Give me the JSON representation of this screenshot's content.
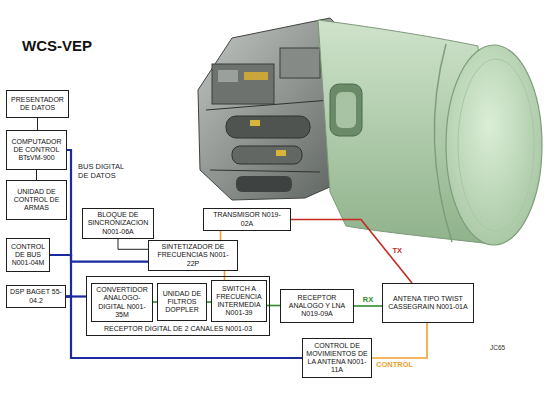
{
  "diagram": {
    "title": "WCS-VEP",
    "nodes": [
      {
        "text": [
          "PRESENTADOR DE DATOS"
        ]
      },
      {
        "text": [
          "COMPUTADOR DE CONTROL BTsVM-900"
        ]
      },
      {
        "text": [
          "UNIDAD DE CONTROL DE ARMAS"
        ]
      },
      {
        "text": [
          "BLOQUE DE SINCRONIZACION N001-06A"
        ]
      },
      {
        "text": [
          "TRANSMISOR N019-02A"
        ]
      },
      {
        "text": [
          "CONTROL DE BUS N001-04M"
        ]
      },
      {
        "text": [
          "SINTETIZADOR DE FRECUENCIAS N001-22P"
        ]
      },
      {
        "text": [
          "DSP BAGET 55-04.2"
        ]
      },
      {
        "text": [
          "RECEPTOR DIGITAL DE 2 CANALES N001-03"
        ]
      },
      {
        "text": [
          "CONVERTIDOR ANALOGO-DIGITAL N001-35M"
        ],
        "in": 8
      },
      {
        "text": [
          "UNIDAD DE FILTROS DOPPLER"
        ],
        "in": 8
      },
      {
        "text": [
          "SWITCH A FRECUENCIA INTERMEDIA N001-39"
        ],
        "in": 8
      },
      {
        "text": [
          "RECEPTOR ANALOGO Y LNA N019-09A"
        ]
      },
      {
        "text": [
          "ANTENA TIPO TWIST CASSEGRAIN N001-01A"
        ]
      },
      {
        "text": [
          "CONTROL DE MOVIMIENTOS DE LA ANTENA N001-11A"
        ]
      }
    ],
    "edges": [
      {
        "from": 0,
        "to": 1,
        "arrow": "none"
      },
      {
        "from": 1,
        "to": 2,
        "arrow": "none"
      },
      {
        "from": 1,
        "to": 5,
        "arrow": "none"
      },
      {
        "from": 5,
        "to": 6,
        "arrow": "none"
      },
      {
        "from": 5,
        "to": 7,
        "arrow": "none"
      },
      {
        "from": 7,
        "to": 8,
        "arrow": "none"
      },
      {
        "from": 7,
        "to": 14,
        "arrow": "none"
      },
      {
        "from": 3,
        "to": 6,
        "arrow": "none"
      },
      {
        "from": 6,
        "to": 4,
        "arrow": "none"
      },
      {
        "from": 6,
        "to": 11,
        "arrow": "none"
      },
      {
        "from": 9,
        "to": 10,
        "arrow": "none"
      },
      {
        "from": 10,
        "to": 11,
        "arrow": "none"
      },
      {
        "from": 11,
        "to": 12,
        "arrow": "none"
      },
      {
        "from": 12,
        "to": 13,
        "label": "RX",
        "arrow": "none"
      },
      {
        "from": 4,
        "to": 13,
        "label": "TX",
        "arrow": "none"
      },
      {
        "from": 14,
        "to": 13,
        "label": "CONTROL",
        "arrow": "none"
      }
    ],
    "labels": [
      "BUS DIGITAL DE DATOS",
      "JC65"
    ]
  }
}
